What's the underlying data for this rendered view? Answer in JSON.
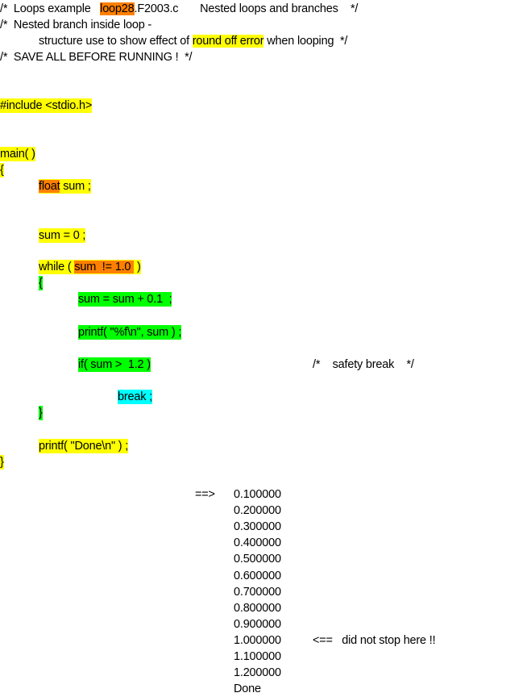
{
  "header": {
    "line1_prefix": "/*  Loops example   ",
    "line1_file": "loop28",
    "line1_suffix": ".F2003.c       Nested loops and branches    */",
    "line2": "/*  Nested branch inside loop -",
    "line3_prefix": "structure use to show effect of ",
    "line3_highlight": "round off error",
    "line3_suffix": " when looping  */",
    "line4": "/*  SAVE ALL BEFORE RUNNING !  */"
  },
  "code": {
    "include": "#include <stdio.h>",
    "main": "main( )",
    "open_brace": "{",
    "float_kw": "float",
    "float_rest": " sum ;",
    "sum_init": "sum = 0 ;",
    "while_prefix": "while ( ",
    "while_cond": "sum  != 1.0 ",
    "while_suffix": " )",
    "loop_open": "{",
    "sum_add": "sum = sum + 0.1  ;",
    "printf_sum": "printf( \"%f\\n\", sum ) ;",
    "if_stmt": "if( sum >  1.2 )",
    "safety_comment": "/*    safety break    */",
    "break_stmt": "break ;",
    "loop_close": "}",
    "printf_done": "printf( \"Done\\n\" ) ;",
    "close_brace": "}"
  },
  "output": {
    "arrow": "==>",
    "lines": [
      "0.100000",
      "0.200000",
      "0.300000",
      "0.400000",
      "0.500000",
      "0.600000",
      "0.700000",
      "0.800000",
      "0.900000",
      "1.000000",
      "1.100000",
      "1.200000",
      "Done"
    ],
    "note": "<==   did not stop here !!"
  }
}
